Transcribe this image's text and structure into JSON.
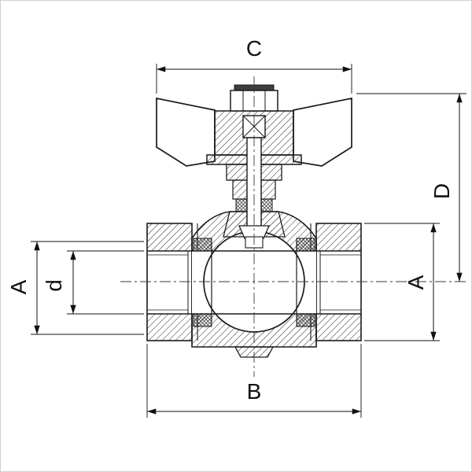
{
  "canvas": {
    "background": "#ffffff",
    "line_color": "#1a1a1a",
    "frame_color": "#cfcfcf"
  },
  "figure": {
    "kind": "technical-sectional-drawing",
    "subject": "Ball valve with butterfly wing handle, cross-section with dimension callouts"
  },
  "dimensions": {
    "handle_width": "C",
    "total_height": "D",
    "body_height": "A",
    "connection_size": "A",
    "bore_diameter": "d",
    "body_length": "B"
  }
}
